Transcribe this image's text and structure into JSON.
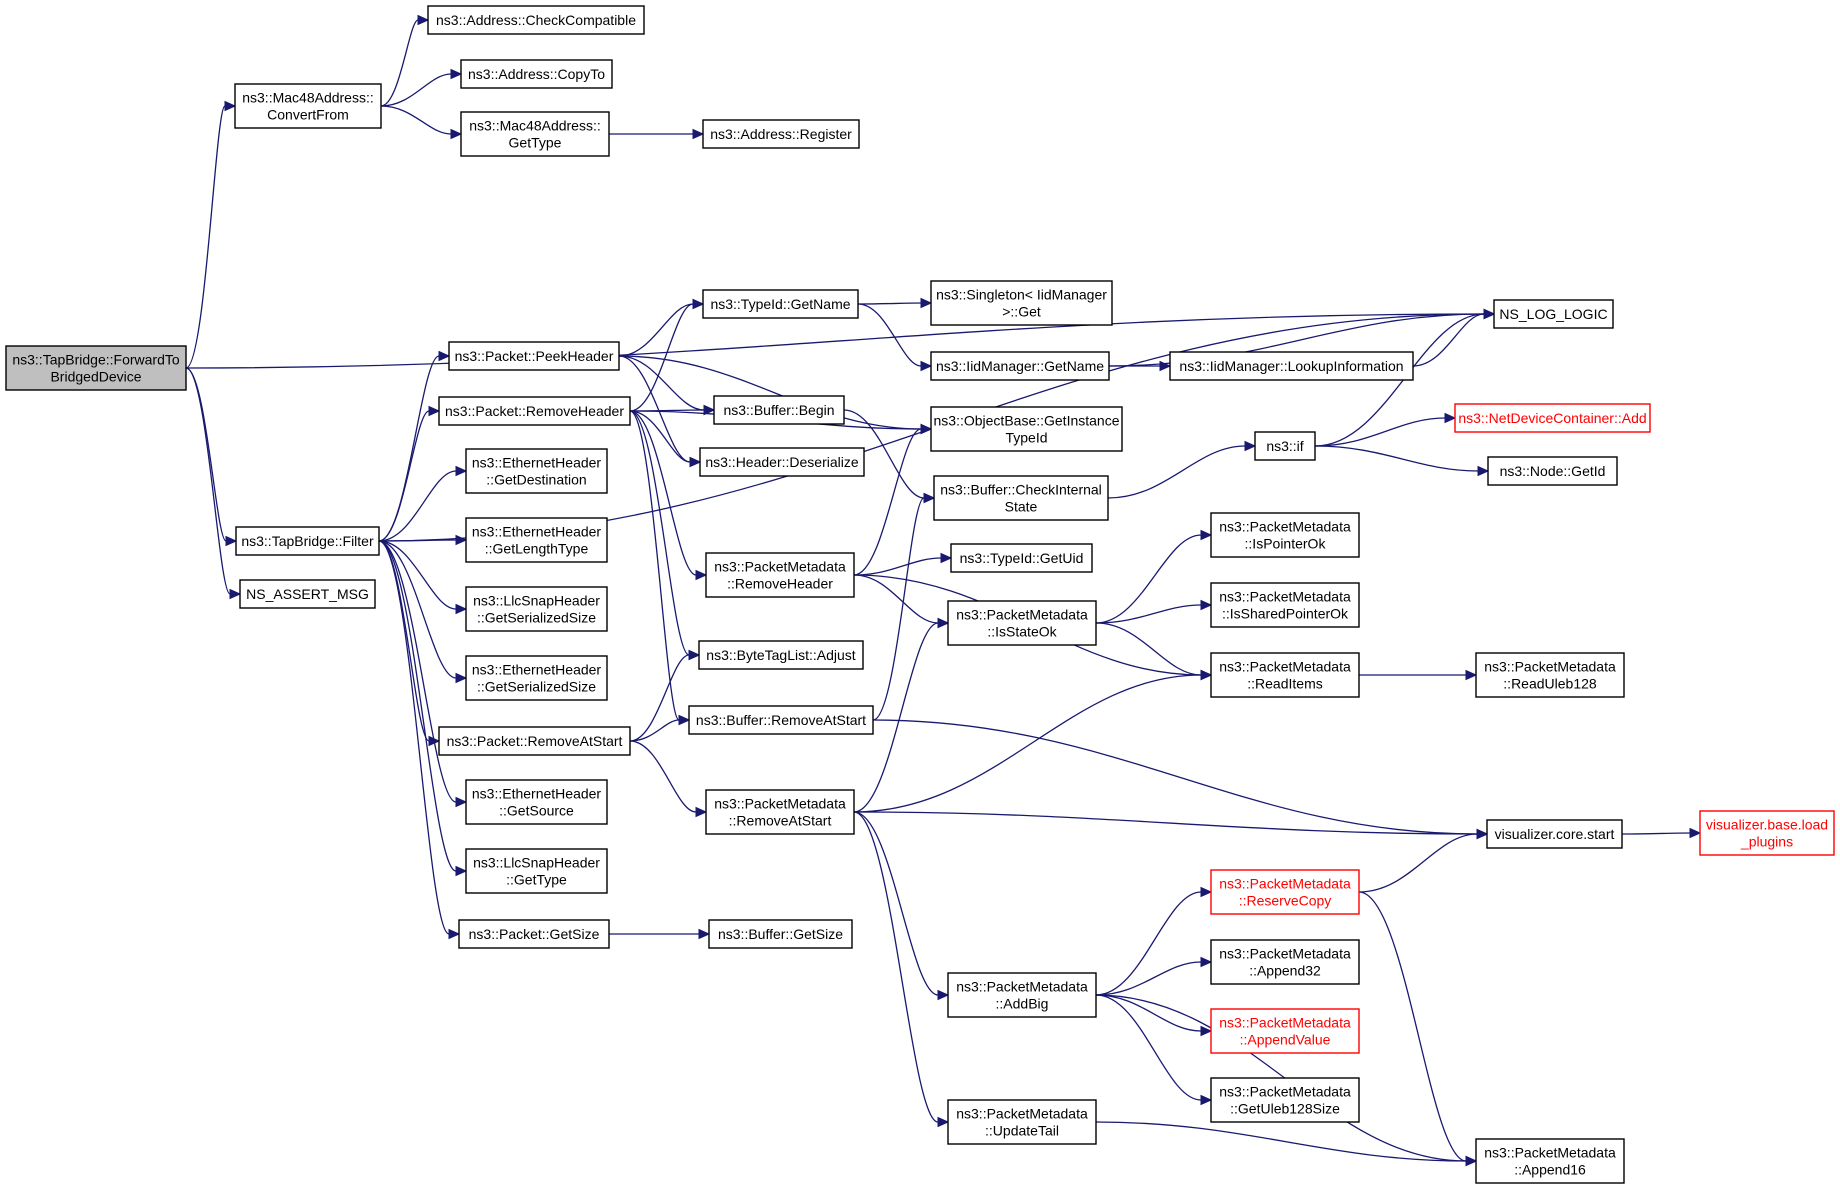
{
  "diagram": {
    "type": "call-graph",
    "nodes": [
      {
        "id": "forward",
        "lines": [
          "ns3::TapBridge::ForwardTo",
          "BridgedDevice"
        ],
        "style": "root"
      },
      {
        "id": "convertfrom",
        "lines": [
          "ns3::Mac48Address::",
          "ConvertFrom"
        ]
      },
      {
        "id": "checkcompat",
        "lines": [
          "ns3::Address::CheckCompatible"
        ]
      },
      {
        "id": "copyto",
        "lines": [
          "ns3::Address::CopyTo"
        ]
      },
      {
        "id": "mac_gettype",
        "lines": [
          "ns3::Mac48Address::",
          "GetType"
        ]
      },
      {
        "id": "register",
        "lines": [
          "ns3::Address::Register"
        ]
      },
      {
        "id": "nslog",
        "lines": [
          "NS_LOG_LOGIC"
        ]
      },
      {
        "id": "filter",
        "lines": [
          "ns3::TapBridge::Filter"
        ]
      },
      {
        "id": "nsassert",
        "lines": [
          "NS_ASSERT_MSG"
        ]
      },
      {
        "id": "peekheader",
        "lines": [
          "ns3::Packet::PeekHeader"
        ]
      },
      {
        "id": "removeheader",
        "lines": [
          "ns3::Packet::RemoveHeader"
        ]
      },
      {
        "id": "eth_getdest",
        "lines": [
          "ns3::EthernetHeader",
          "::GetDestination"
        ]
      },
      {
        "id": "eth_getlentype",
        "lines": [
          "ns3::EthernetHeader",
          "::GetLengthType"
        ]
      },
      {
        "id": "llc_getsersize",
        "lines": [
          "ns3::LlcSnapHeader",
          "::GetSerializedSize"
        ]
      },
      {
        "id": "eth_getsersize",
        "lines": [
          "ns3::EthernetHeader",
          "::GetSerializedSize"
        ]
      },
      {
        "id": "pkt_removeatstart",
        "lines": [
          "ns3::Packet::RemoveAtStart"
        ]
      },
      {
        "id": "eth_getsource",
        "lines": [
          "ns3::EthernetHeader",
          "::GetSource"
        ]
      },
      {
        "id": "llc_gettype",
        "lines": [
          "ns3::LlcSnapHeader",
          "::GetType"
        ]
      },
      {
        "id": "pkt_getsize",
        "lines": [
          "ns3::Packet::GetSize"
        ]
      },
      {
        "id": "typeid_getname",
        "lines": [
          "ns3::TypeId::GetName"
        ]
      },
      {
        "id": "buffer_begin",
        "lines": [
          "ns3::Buffer::Begin"
        ]
      },
      {
        "id": "header_deser",
        "lines": [
          "ns3::Header::Deserialize"
        ]
      },
      {
        "id": "pm_removeheader",
        "lines": [
          "ns3::PacketMetadata",
          "::RemoveHeader"
        ]
      },
      {
        "id": "btl_adjust",
        "lines": [
          "ns3::ByteTagList::Adjust"
        ]
      },
      {
        "id": "buf_removeatstart",
        "lines": [
          "ns3::Buffer::RemoveAtStart"
        ]
      },
      {
        "id": "pm_removeatstart",
        "lines": [
          "ns3::PacketMetadata",
          "::RemoveAtStart"
        ]
      },
      {
        "id": "buf_getsize",
        "lines": [
          "ns3::Buffer::GetSize"
        ]
      },
      {
        "id": "singleton_get",
        "lines": [
          "ns3::Singleton< IidManager",
          ">::Get"
        ]
      },
      {
        "id": "iid_getname",
        "lines": [
          "ns3::IidManager::GetName"
        ]
      },
      {
        "id": "iid_lookup",
        "lines": [
          "ns3::IidManager::LookupInformation"
        ]
      },
      {
        "id": "objbase_gettid",
        "lines": [
          "ns3::ObjectBase::GetInstance",
          "TypeId"
        ]
      },
      {
        "id": "buf_checkinternal",
        "lines": [
          "ns3::Buffer::CheckInternal",
          "State"
        ]
      },
      {
        "id": "typeid_getuid",
        "lines": [
          "ns3::TypeId::GetUid"
        ]
      },
      {
        "id": "pm_isstateok",
        "lines": [
          "ns3::PacketMetadata",
          "::IsStateOk"
        ]
      },
      {
        "id": "pm_addbig",
        "lines": [
          "ns3::PacketMetadata",
          "::AddBig"
        ]
      },
      {
        "id": "pm_updatetail",
        "lines": [
          "ns3::PacketMetadata",
          "::UpdateTail"
        ]
      },
      {
        "id": "ns3_if",
        "lines": [
          "ns3::if"
        ]
      },
      {
        "id": "ndc_add",
        "lines": [
          "ns3::NetDeviceContainer::Add"
        ],
        "style": "red"
      },
      {
        "id": "node_getid",
        "lines": [
          "ns3::Node::GetId"
        ]
      },
      {
        "id": "pm_ispointerok",
        "lines": [
          "ns3::PacketMetadata",
          "::IsPointerOk"
        ]
      },
      {
        "id": "pm_issharedptrok",
        "lines": [
          "ns3::PacketMetadata",
          "::IsSharedPointerOk"
        ]
      },
      {
        "id": "pm_readitems",
        "lines": [
          "ns3::PacketMetadata",
          "::ReadItems"
        ]
      },
      {
        "id": "pm_readuleb",
        "lines": [
          "ns3::PacketMetadata",
          "::ReadUleb128"
        ]
      },
      {
        "id": "viz_start",
        "lines": [
          "visualizer.core.start"
        ]
      },
      {
        "id": "viz_load",
        "lines": [
          "visualizer.base.load",
          "_plugins"
        ],
        "style": "red"
      },
      {
        "id": "pm_reservecopy",
        "lines": [
          "ns3::PacketMetadata",
          "::ReserveCopy"
        ],
        "style": "red"
      },
      {
        "id": "pm_append32",
        "lines": [
          "ns3::PacketMetadata",
          "::Append32"
        ]
      },
      {
        "id": "pm_appendvalue",
        "lines": [
          "ns3::PacketMetadata",
          "::AppendValue"
        ],
        "style": "red"
      },
      {
        "id": "pm_getulebsize",
        "lines": [
          "ns3::PacketMetadata",
          "::GetUleb128Size"
        ]
      },
      {
        "id": "pm_append16",
        "lines": [
          "ns3::PacketMetadata",
          "::Append16"
        ]
      }
    ],
    "edges": [
      [
        "forward",
        "convertfrom"
      ],
      [
        "forward",
        "nslog"
      ],
      [
        "forward",
        "filter"
      ],
      [
        "forward",
        "nsassert"
      ],
      [
        "convertfrom",
        "checkcompat"
      ],
      [
        "convertfrom",
        "copyto"
      ],
      [
        "convertfrom",
        "mac_gettype"
      ],
      [
        "mac_gettype",
        "register"
      ],
      [
        "filter",
        "nslog"
      ],
      [
        "filter",
        "peekheader"
      ],
      [
        "filter",
        "removeheader"
      ],
      [
        "filter",
        "eth_getdest"
      ],
      [
        "filter",
        "eth_getlentype"
      ],
      [
        "filter",
        "llc_getsersize"
      ],
      [
        "filter",
        "eth_getsersize"
      ],
      [
        "filter",
        "pkt_removeatstart"
      ],
      [
        "filter",
        "eth_getsource"
      ],
      [
        "filter",
        "llc_gettype"
      ],
      [
        "filter",
        "pkt_getsize"
      ],
      [
        "peekheader",
        "typeid_getname"
      ],
      [
        "peekheader",
        "buffer_begin"
      ],
      [
        "peekheader",
        "header_deser"
      ],
      [
        "peekheader",
        "objbase_gettid"
      ],
      [
        "removeheader",
        "typeid_getname"
      ],
      [
        "removeheader",
        "buffer_begin"
      ],
      [
        "removeheader",
        "header_deser"
      ],
      [
        "removeheader",
        "objbase_gettid"
      ],
      [
        "removeheader",
        "pm_removeheader"
      ],
      [
        "removeheader",
        "btl_adjust"
      ],
      [
        "removeheader",
        "buf_removeatstart"
      ],
      [
        "pkt_removeatstart",
        "btl_adjust"
      ],
      [
        "pkt_removeatstart",
        "buf_removeatstart"
      ],
      [
        "pkt_removeatstart",
        "pm_removeatstart"
      ],
      [
        "pkt_getsize",
        "buf_getsize"
      ],
      [
        "typeid_getname",
        "singleton_get"
      ],
      [
        "typeid_getname",
        "iid_getname"
      ],
      [
        "iid_getname",
        "nslog"
      ],
      [
        "iid_getname",
        "iid_lookup"
      ],
      [
        "iid_lookup",
        "nslog"
      ],
      [
        "buffer_begin",
        "buf_checkinternal"
      ],
      [
        "pm_removeheader",
        "objbase_gettid"
      ],
      [
        "pm_removeheader",
        "typeid_getuid"
      ],
      [
        "pm_removeheader",
        "pm_isstateok"
      ],
      [
        "pm_removeheader",
        "pm_readitems"
      ],
      [
        "buf_removeatstart",
        "buf_checkinternal"
      ],
      [
        "buf_removeatstart",
        "viz_start"
      ],
      [
        "pm_removeatstart",
        "pm_isstateok"
      ],
      [
        "pm_removeatstart",
        "pm_readitems"
      ],
      [
        "pm_removeatstart",
        "viz_start"
      ],
      [
        "pm_removeatstart",
        "pm_addbig"
      ],
      [
        "pm_removeatstart",
        "pm_updatetail"
      ],
      [
        "buf_checkinternal",
        "ns3_if"
      ],
      [
        "ns3_if",
        "nslog"
      ],
      [
        "ns3_if",
        "ndc_add"
      ],
      [
        "ns3_if",
        "node_getid"
      ],
      [
        "pm_isstateok",
        "pm_ispointerok"
      ],
      [
        "pm_isstateok",
        "pm_issharedptrok"
      ],
      [
        "pm_isstateok",
        "pm_readitems"
      ],
      [
        "pm_readitems",
        "pm_readuleb"
      ],
      [
        "viz_start",
        "viz_load"
      ],
      [
        "pm_addbig",
        "pm_reservecopy"
      ],
      [
        "pm_addbig",
        "pm_append32"
      ],
      [
        "pm_addbig",
        "pm_appendvalue"
      ],
      [
        "pm_addbig",
        "pm_getulebsize"
      ],
      [
        "pm_addbig",
        "pm_append16"
      ],
      [
        "pm_reservecopy",
        "viz_start"
      ],
      [
        "pm_reservecopy",
        "pm_append16"
      ],
      [
        "pm_updatetail",
        "pm_append16"
      ]
    ]
  }
}
